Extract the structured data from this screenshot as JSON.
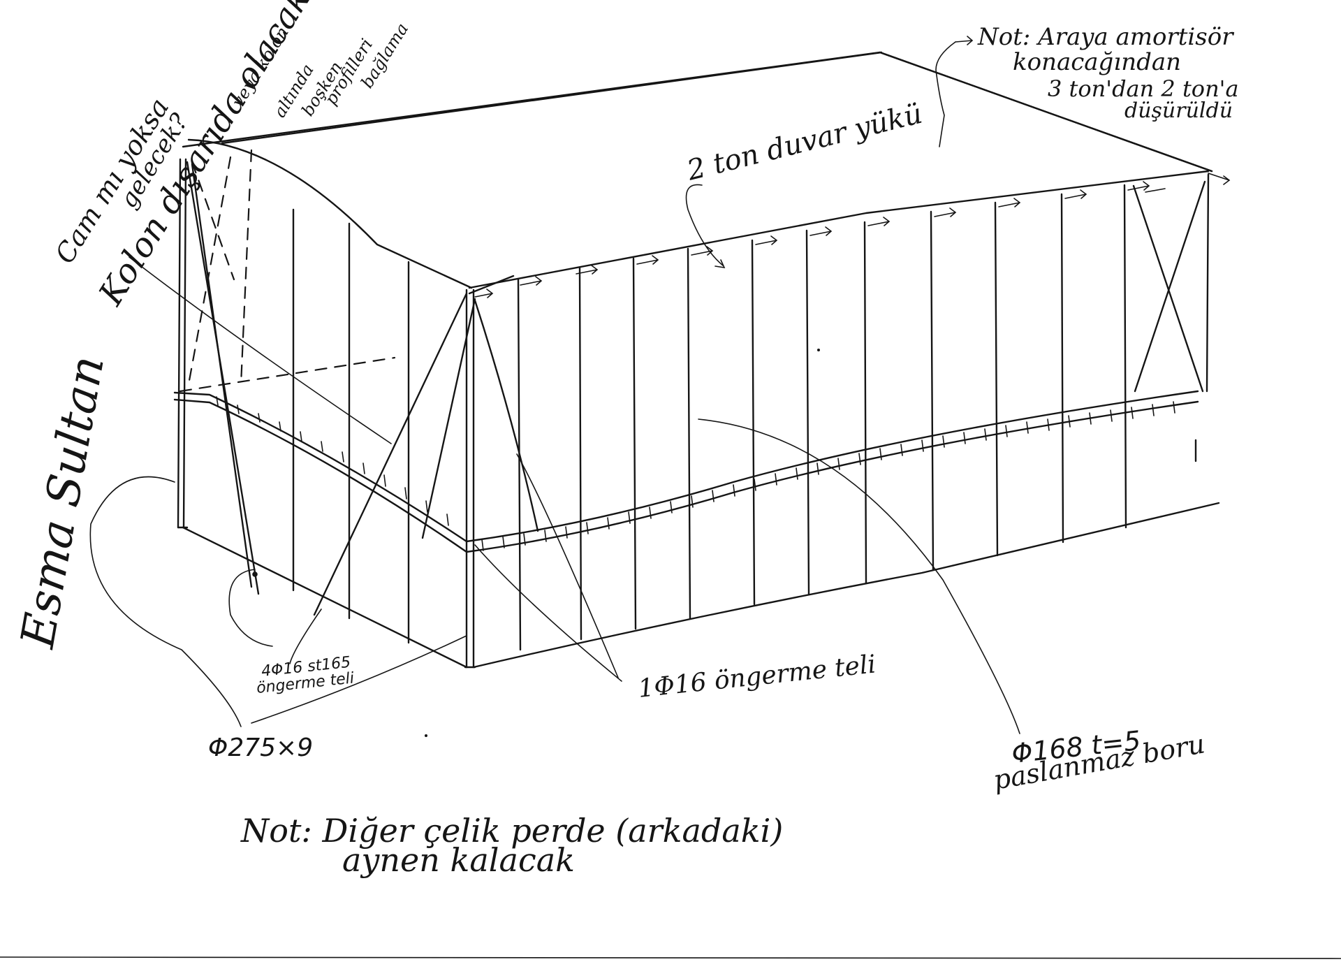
{
  "annotations": {
    "author": "Esma Sultan",
    "top_left_1": "Cam mı yoksa",
    "top_left_2": "gelecek?",
    "top_left_3": "Kolon dışarıda olacak",
    "top_left_4": "veya kolon",
    "top_left_5": "altında",
    "top_left_6": "boşken",
    "top_left_7": "profilleri",
    "top_left_8": "bağlama",
    "note_top_1": "Not: Araya amortisör",
    "note_top_2": "konacağından",
    "note_top_3": "3 ton'dan 2 ton'a",
    "note_top_4": "düşürüldü",
    "wind_load": "2 ton duvar yükü",
    "prestress_4": "4Φ16 st165",
    "prestress_4b": "öngerme teli",
    "prestress_1": "1Φ16 öngerme teli",
    "column_pipe": "Φ275×9",
    "steel_pipe_1": "Φ168 t=5",
    "steel_pipe_2": "paslanmaz boru",
    "note_bottom_1": "Not: Diğer çelik perde (arkadaki)",
    "note_bottom_2": "aynen kalacak"
  }
}
